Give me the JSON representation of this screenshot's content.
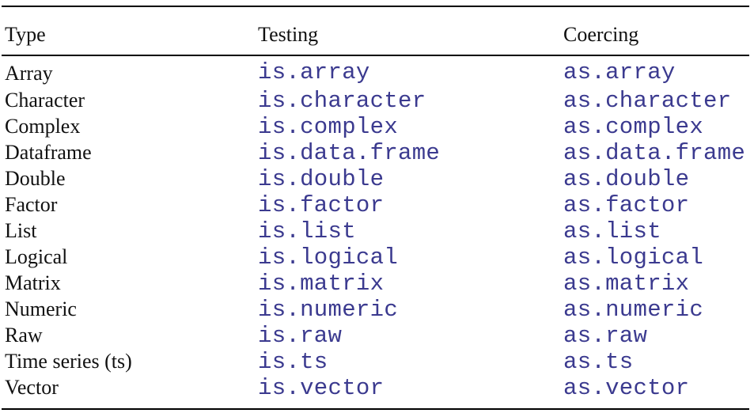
{
  "headers": {
    "type": "Type",
    "testing": "Testing",
    "coercing": "Coercing"
  },
  "rows": [
    {
      "type": "Array",
      "testing": "is.array",
      "coercing": "as.array"
    },
    {
      "type": "Character",
      "testing": "is.character",
      "coercing": "as.character"
    },
    {
      "type": "Complex",
      "testing": "is.complex",
      "coercing": "as.complex"
    },
    {
      "type": "Dataframe",
      "testing": "is.data.frame",
      "coercing": "as.data.frame"
    },
    {
      "type": "Double",
      "testing": "is.double",
      "coercing": "as.double"
    },
    {
      "type": "Factor",
      "testing": "is.factor",
      "coercing": "as.factor"
    },
    {
      "type": "List",
      "testing": "is.list",
      "coercing": "as.list"
    },
    {
      "type": "Logical",
      "testing": "is.logical",
      "coercing": "as.logical"
    },
    {
      "type": "Matrix",
      "testing": "is.matrix",
      "coercing": "as.matrix"
    },
    {
      "type": "Numeric",
      "testing": "is.numeric",
      "coercing": "as.numeric"
    },
    {
      "type": "Raw",
      "testing": "is.raw",
      "coercing": "as.raw"
    },
    {
      "type": "Time series (ts)",
      "testing": "is.ts",
      "coercing": "as.ts"
    },
    {
      "type": "Vector",
      "testing": "is.vector",
      "coercing": "as.vector"
    }
  ],
  "colors": {
    "code_text": "#3b3a8f",
    "plain_text": "#111111"
  }
}
